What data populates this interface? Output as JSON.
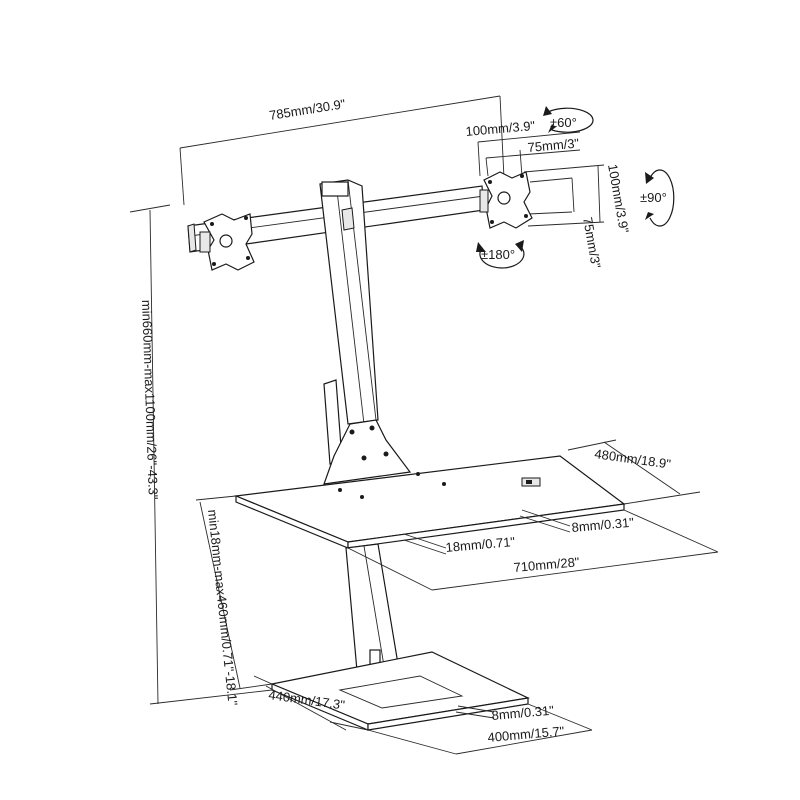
{
  "dimensions": {
    "total_width": "785mm/30.9\"",
    "vesa_max": "100mm/3.9\"",
    "vesa_min": "75mm/3\"",
    "vesa_max_vertical": "100mm/3.9\"",
    "vesa_min_vertical": "75mm/3\"",
    "height_range": "min660mm-max1100mm/26\"-43.3\"",
    "platform_depth": "480mm/18.9\"",
    "platform_width": "710mm/28\"",
    "platform_thickness": "18mm/0.71\"",
    "platform_gap": "8mm/0.31\"",
    "lift_range": "min18mm-max460mm/0.71\"-18.1\"",
    "base_depth": "440mm/17.3\"",
    "base_width": "400mm/15.7\"",
    "base_thickness": "8mm/0.31\""
  },
  "rotations": {
    "tilt": "±60°",
    "rotate": "±90°",
    "swivel": "±180°"
  },
  "colors": {
    "line": "#1a1a1a",
    "background": "#ffffff"
  }
}
